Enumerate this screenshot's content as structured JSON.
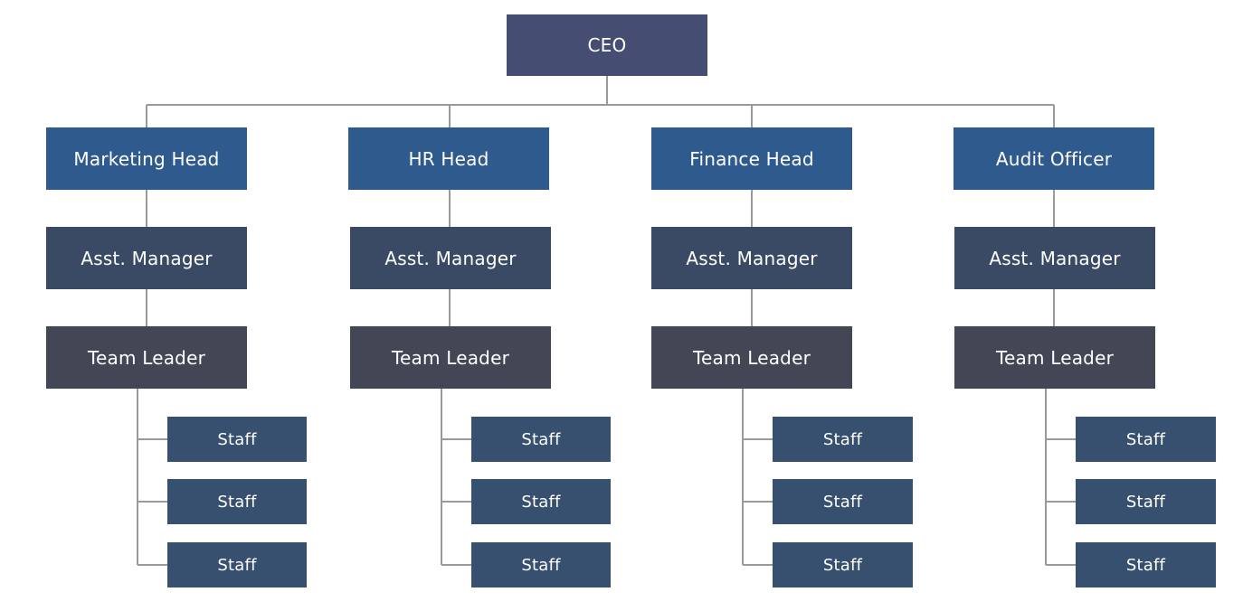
{
  "org_chart": {
    "ceo": "CEO",
    "departments": [
      {
        "head": "Marketing Head",
        "manager": "Asst. Manager",
        "leader": "Team Leader",
        "staff": [
          "Staff",
          "Staff",
          "Staff"
        ]
      },
      {
        "head": "HR Head",
        "manager": "Asst. Manager",
        "leader": "Team Leader",
        "staff": [
          "Staff",
          "Staff",
          "Staff"
        ]
      },
      {
        "head": "Finance Head",
        "manager": "Asst. Manager",
        "leader": "Team Leader",
        "staff": [
          "Staff",
          "Staff",
          "Staff"
        ]
      },
      {
        "head": "Audit Officer",
        "manager": "Asst. Manager",
        "leader": "Team Leader",
        "staff": [
          "Staff",
          "Staff",
          "Staff"
        ]
      }
    ]
  },
  "colors": {
    "ceo": "#464d72",
    "head": "#2f5a8d",
    "manager": "#3b4a64",
    "leader": "#434655",
    "staff": "#37506f",
    "connector": "#9a9a9a",
    "text": "#ffffff"
  }
}
